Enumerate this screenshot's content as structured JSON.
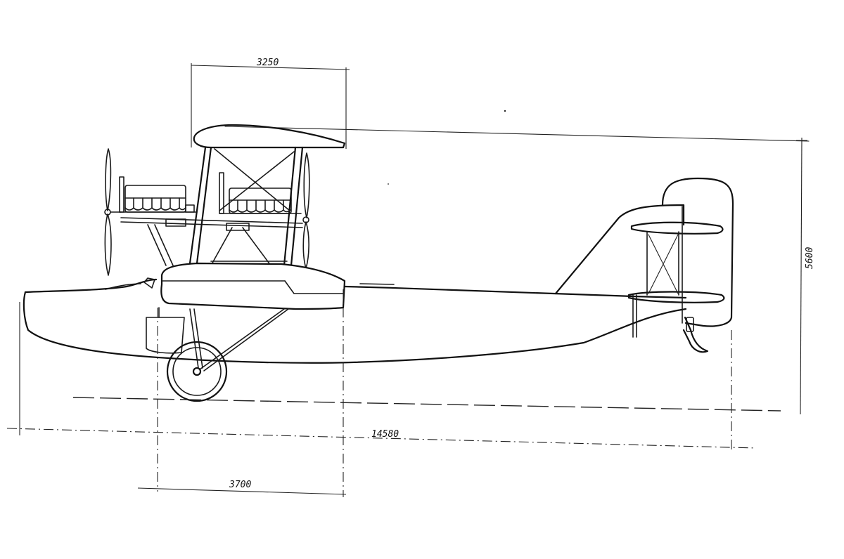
{
  "dimensions": {
    "upper_wing_chord": "3250",
    "overall_length": "14580",
    "overall_height": "5600",
    "hull_forward_span": "3700"
  }
}
